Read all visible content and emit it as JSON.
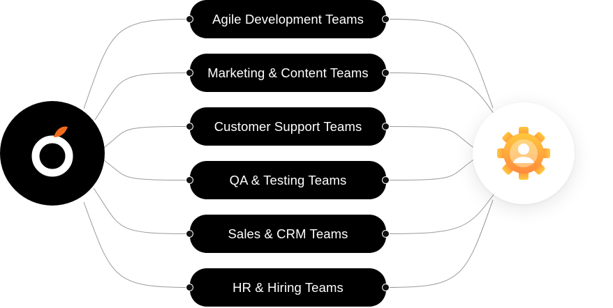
{
  "diagram": {
    "teams": [
      {
        "label": "Agile Development Teams"
      },
      {
        "label": "Marketing & Content Teams"
      },
      {
        "label": "Customer Support Teams"
      },
      {
        "label": "QA & Testing Teams"
      },
      {
        "label": "Sales & CRM Teams"
      },
      {
        "label": "HR & Hiring Teams"
      }
    ],
    "left_hub": {
      "icon": "brand-logo-icon",
      "accent_color": "#f26b1d",
      "background": "#000000"
    },
    "right_hub": {
      "icon": "gear-user-icon",
      "gradient_top": "#ffc83d",
      "gradient_bottom": "#ff8a3d"
    },
    "connector_color": "#9a9a9a"
  }
}
